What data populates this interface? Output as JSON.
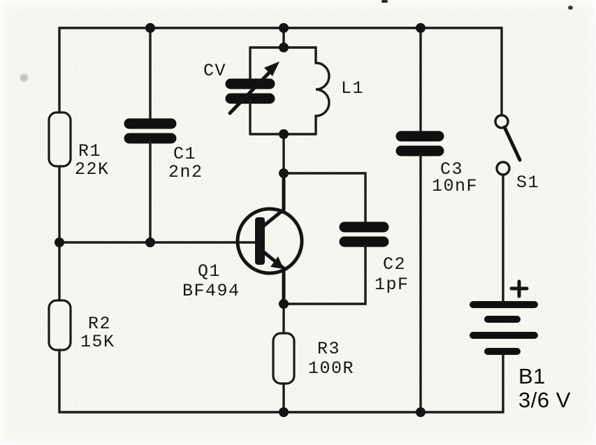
{
  "diagram": {
    "ink_color": "#1b1b1b",
    "paper_color": "#f7f5f0"
  },
  "components": {
    "r1": {
      "ref": "R1",
      "value": "22K"
    },
    "r2": {
      "ref": "R2",
      "value": "15K"
    },
    "r3": {
      "ref": "R3",
      "value": "100R"
    },
    "c1": {
      "ref": "C1",
      "value": "2n2"
    },
    "c2": {
      "ref": "C2",
      "value": "1pF"
    },
    "c3": {
      "ref": "C3",
      "value": "10nF"
    },
    "cv": {
      "ref": "CV"
    },
    "l1": {
      "ref": "L1"
    },
    "q1": {
      "ref": "Q1",
      "value": "BF494"
    },
    "s1": {
      "ref": "S1"
    },
    "b1": {
      "ref": "B1",
      "value": "3/6 V",
      "polarity": "+"
    }
  }
}
